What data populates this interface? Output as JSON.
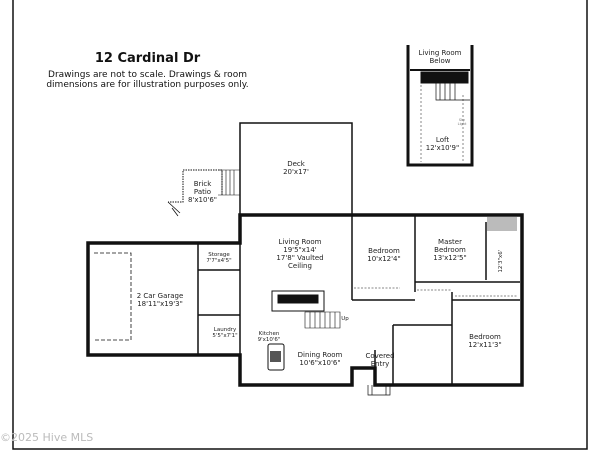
{
  "header": {
    "title": "12 Cardinal Dr",
    "disclaimer": "Drawings are not to scale. Drawings & room\ndimensions are for illustration purposes only."
  },
  "rooms": {
    "living_below": "Living Room\nBelow",
    "loft": "Loft\n12'x10'9\"",
    "sky_light": "Sky\nLight",
    "deck": "Deck\n20'x17'",
    "brick_patio": "Brick\nPatio\n8'x10'6\"",
    "living_room": "Living Room\n19'5\"x14'\n17'8\" Vaulted\nCeiling",
    "storage": "Storage\n7'7\"x4'5\"",
    "garage": "2 Car Garage\n18'11\"x19'3\"",
    "laundry": "Laundry\n5'5\"x7'1\"",
    "kitchen": "Kitchen\n9'x10'6\"",
    "dining": "Dining Room\n10'6\"x10'6\"",
    "bedroom1": "Bedroom\n10'x12'4\"",
    "master": "Master\nBedroom\n13'x12'5\"",
    "master_bath": "12'3\"x6'",
    "bedroom2": "Bedroom\n12'x11'3\"",
    "covered_entry": "Covered\nEntry",
    "up": "Up"
  },
  "footer": {
    "copyright": "©2025 Hive MLS"
  }
}
